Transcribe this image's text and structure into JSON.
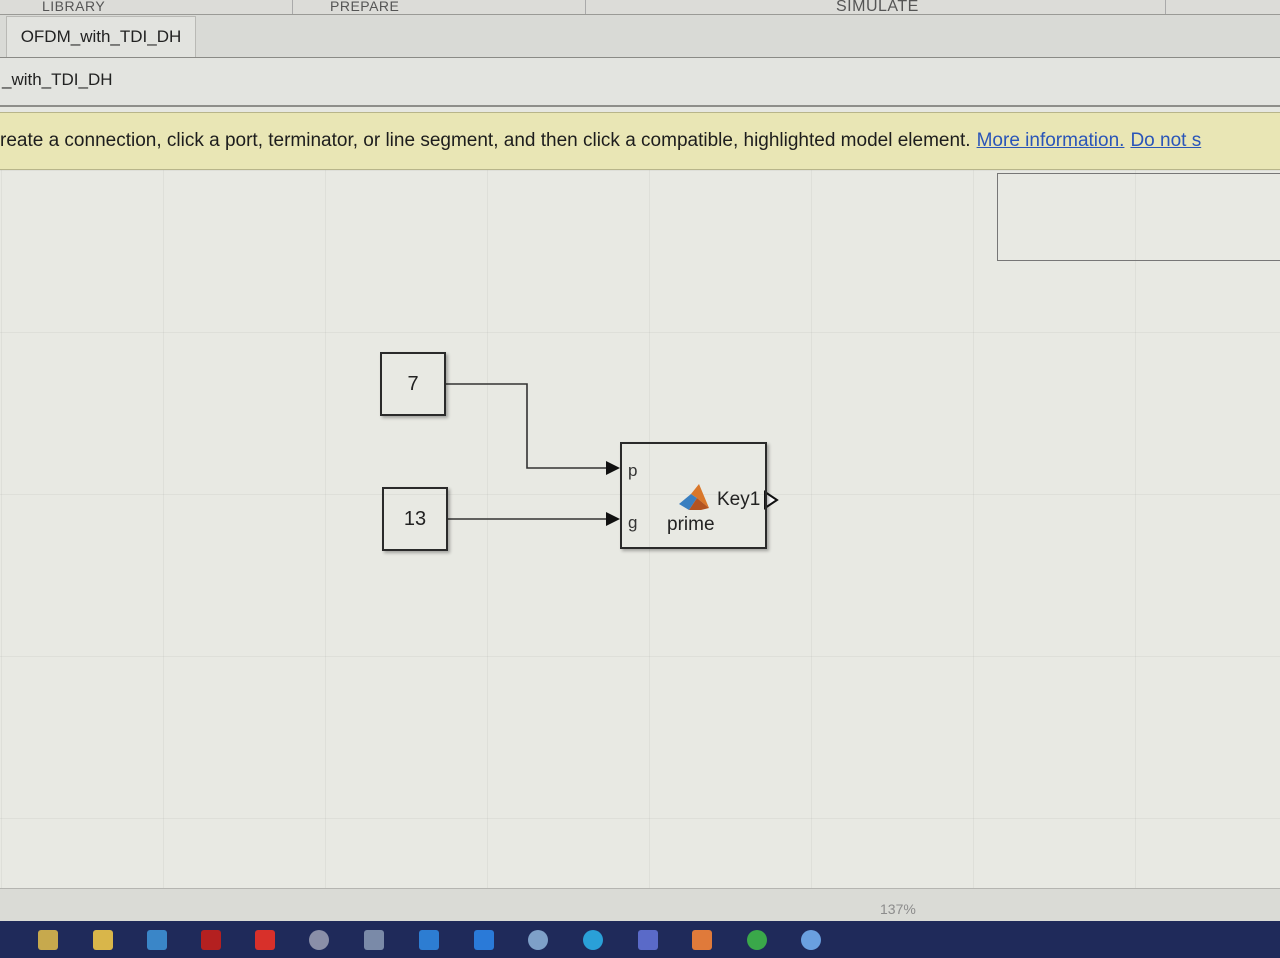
{
  "ribbon": {
    "tabs": [
      "LIBRARY",
      "PREPARE",
      "SIMULATE"
    ]
  },
  "model_tab": {
    "label": "OFDM_with_TDI_DH"
  },
  "breadcrumb": {
    "text": "_with_TDI_DH"
  },
  "banner": {
    "message": "reate a connection, click a port, terminator, or line segment, and then click a compatible, highlighted model element.",
    "link_more": "More information.",
    "link_dismiss": "Do not s"
  },
  "diagram": {
    "constant_1": "7",
    "constant_2": "13",
    "function_block": {
      "name": "prime",
      "input_ports": [
        "p",
        "g"
      ],
      "output_port": "Key1",
      "icon": "matlab-function-icon"
    }
  },
  "status": {
    "zoom": "137%"
  },
  "taskbar": {
    "icons": [
      "store-icon",
      "file-explorer-icon",
      "mail-icon",
      "netflix-icon",
      "acrobat-icon",
      "media-icon",
      "calculator-icon",
      "calendar-icon",
      "photos-icon",
      "game-icon",
      "edge-icon",
      "teams-icon",
      "matlab-icon",
      "chrome-icon",
      "chat-icon"
    ],
    "colors": [
      "#c7a94d",
      "#d9b64a",
      "#3a86c8",
      "#b42020",
      "#d8302a",
      "#8a8fa8",
      "#7a8aa8",
      "#2d7dd2",
      "#2a7ad8",
      "#7ea0c8",
      "#2aa0d8",
      "#5a6ac8",
      "#e07a3a",
      "#3aa84a",
      "#6aa0e0"
    ]
  }
}
